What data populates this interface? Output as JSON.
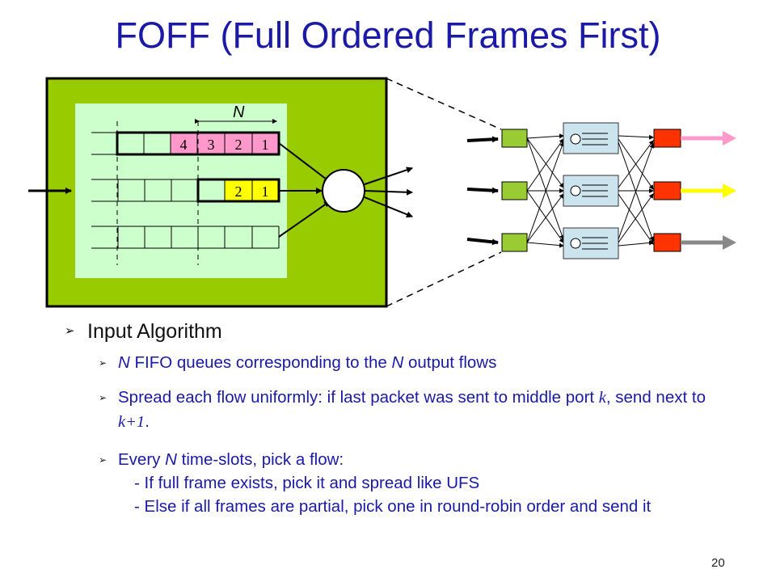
{
  "title": "FOFF (Full Ordered Frames First)",
  "diagram": {
    "n_label": "N",
    "queues": [
      {
        "cells": [
          "4",
          "3",
          "2",
          "1"
        ],
        "color": "#ff99cc"
      },
      {
        "cells": [
          "2",
          "1"
        ],
        "color": "#ffff00"
      },
      {
        "cells": [],
        "color": ""
      }
    ],
    "output_arrow_colors": [
      "#ff99cc",
      "#ffff00",
      "#888888"
    ]
  },
  "bullets": {
    "heading": "Input Algorithm",
    "items": [
      {
        "parts": [
          {
            "t": "N",
            "s": "i"
          },
          {
            "t": " FIFO queues corresponding to the ",
            "s": ""
          },
          {
            "t": "N",
            "s": "i"
          },
          {
            "t": " output flows",
            "s": ""
          }
        ]
      },
      {
        "parts": [
          {
            "t": "Spread each flow uniformly: if last packet was sent to middle port ",
            "s": ""
          },
          {
            "t": "k",
            "s": "si"
          },
          {
            "t": ", send next to ",
            "s": ""
          },
          {
            "t": "k+1",
            "s": "si"
          },
          {
            "t": ".",
            "s": ""
          }
        ]
      },
      {
        "parts": [
          {
            "t": "Every ",
            "s": ""
          },
          {
            "t": "N",
            "s": "i"
          },
          {
            "t": " time-slots, pick a flow:",
            "s": ""
          }
        ],
        "sub": [
          "- If full frame exists, pick it and spread like UFS",
          "- Else if all frames are partial, pick one in round-robin order and send it"
        ]
      }
    ]
  },
  "page_number": "20"
}
